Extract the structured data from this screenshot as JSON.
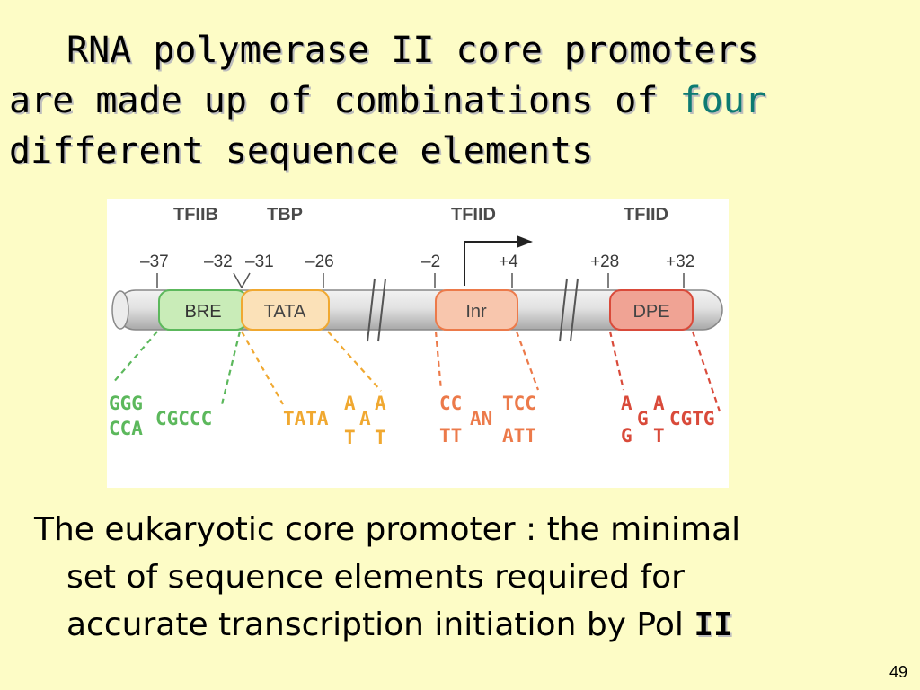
{
  "title": {
    "line1": "RNA polymerase II core promoters",
    "line2": "are made up of combinations of ",
    "highlight": "four",
    "line3": "different sequence elements",
    "highlight_color": "#0d7a72"
  },
  "diagram": {
    "factors": [
      "TFIIB",
      "TBP",
      "TFIID",
      "TFIID"
    ],
    "positions": [
      "–37",
      "–32",
      "–31",
      "–26",
      "–2",
      "+4",
      "+28",
      "+32"
    ],
    "elements": [
      {
        "name": "BRE",
        "color": "#5cb85c",
        "fill": "#c9ecb8"
      },
      {
        "name": "TATA",
        "color": "#f0a830",
        "fill": "#fbe1b8"
      },
      {
        "name": "Inr",
        "color": "#ec7a4a",
        "fill": "#f8c6ad"
      },
      {
        "name": "DPE",
        "color": "#d94a3a",
        "fill": "#f0a394"
      }
    ],
    "sequences": {
      "bre": {
        "top": "GGG",
        "bottom": "CCA",
        "tail": "CGCCC"
      },
      "tata": {
        "main": "TATA",
        "sup1": "A",
        "sub1": "T",
        "sup2": "A",
        "sub2": "T",
        "mid": "A"
      },
      "inr": {
        "top_left": "CC",
        "bottom_left": "TT",
        "mid": "AN",
        "top_right": "TCC",
        "bottom_right": "ATT"
      },
      "dpe": {
        "a1": "A",
        "g1": "G",
        "g2": "G",
        "a2": "A",
        "t1": "T",
        "tail": "CGTG"
      }
    }
  },
  "caption": {
    "line1": "The eukaryotic core promoter : the minimal",
    "line2": "set of sequence elements required for",
    "line3": "accurate transcription initiation by Pol ",
    "line3_end": "II"
  },
  "slide_number": "49"
}
